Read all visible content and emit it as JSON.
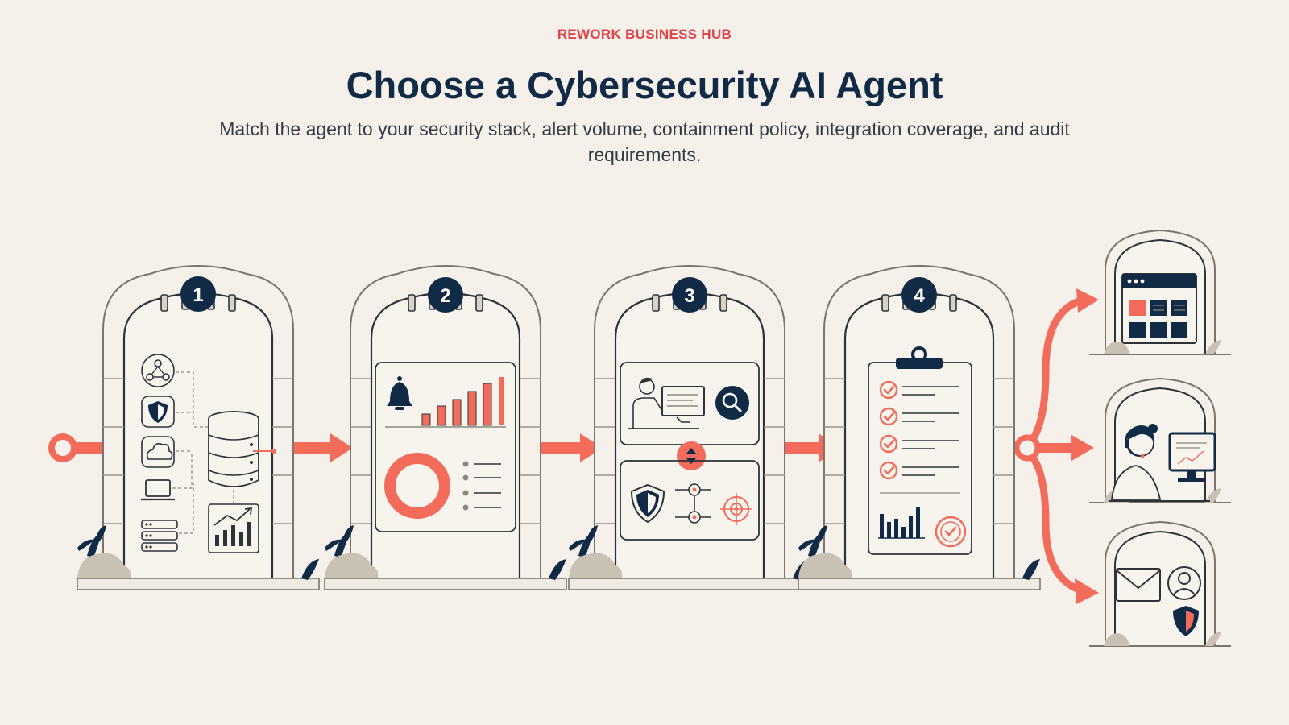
{
  "header": {
    "eyebrow": "REWORK BUSINESS HUB",
    "title": "Choose a Cybersecurity AI Agent",
    "subtitle": "Match the agent to your security stack, alert volume, containment policy, integration coverage, and audit requirements."
  },
  "steps": [
    {
      "number": "1",
      "icon": "security-stack-icons"
    },
    {
      "number": "2",
      "icon": "alert-volume-icons"
    },
    {
      "number": "3",
      "icon": "containment-icons"
    },
    {
      "number": "4",
      "icon": "audit-checklist-icons"
    }
  ],
  "outcomes": [
    {
      "icon": "dashboard-icon"
    },
    {
      "icon": "analyst-headset-icon"
    },
    {
      "icon": "email-user-shield-icon"
    }
  ],
  "colors": {
    "accent": "#f26b5b",
    "navy": "#112a46",
    "brand_red": "#e0444a",
    "background": "#f5f1ea",
    "stone": "#c9c1b4"
  }
}
